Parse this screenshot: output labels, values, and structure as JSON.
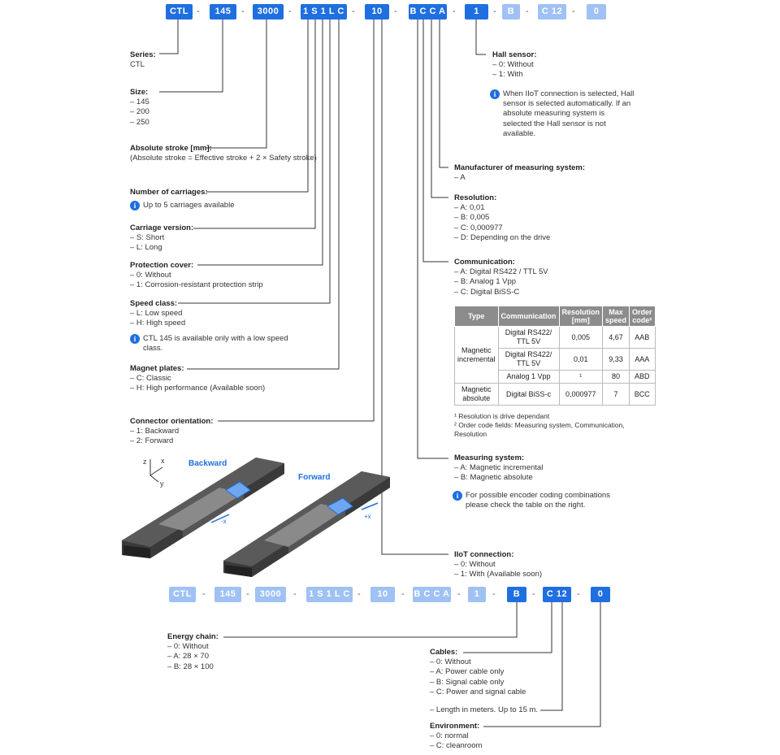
{
  "top_code": [
    "CTL",
    "145",
    "3000",
    "1 S 1 L C",
    "10",
    "B C C A",
    "1",
    "B",
    "C 12",
    "0"
  ],
  "bottom_code": [
    "CTL",
    "145",
    "3000",
    "1 S 1 L C",
    "10",
    "B C C A",
    "1",
    "B",
    "C 12",
    "0"
  ],
  "separator": "-",
  "series": {
    "title": "Series:",
    "items": [
      "CTL"
    ]
  },
  "size": {
    "title": "Size:",
    "items": [
      "– 145",
      "– 200",
      "– 250"
    ]
  },
  "stroke": {
    "title": "Absolute stroke [mm]:",
    "items": [
      "(Absolute stroke = Effective stroke + 2 × Safety stroke)"
    ]
  },
  "carriages": {
    "title": "Number of carriages:",
    "info": "Up to 5 carriages available"
  },
  "carriage_version": {
    "title": "Carriage version:",
    "items": [
      "– S: Short",
      "– L: Long"
    ]
  },
  "protection": {
    "title": "Protection cover:",
    "items": [
      "– 0: Without",
      "– 1: Corrosion-resistant protection strip"
    ]
  },
  "speed": {
    "title": "Speed class:",
    "items": [
      "– L: Low speed",
      "– H: High speed"
    ],
    "info": "CTL 145 is available only with a low speed class."
  },
  "magnet": {
    "title": "Magnet plates:",
    "items": [
      "– C: Classic",
      "– H: High performance (Available soon)"
    ]
  },
  "connector": {
    "title": "Connector orientation:",
    "items": [
      "– 1: Backward",
      "– 2: Forward"
    ]
  },
  "hall": {
    "title": "Hall sensor:",
    "items": [
      "– 0: Without",
      "– 1: With"
    ],
    "info": "When IIoT connection is selected, Hall sensor is selected automatically. If an absolute measuring system is selected the Hall sensor is not available."
  },
  "manufacturer": {
    "title": "Manufacturer of measuring system:",
    "items": [
      "– A"
    ]
  },
  "resolution": {
    "title": "Resolution:",
    "items": [
      "– A: 0,01",
      "– B: 0,005",
      "– C: 0,000977",
      "– D: Depending on the drive"
    ]
  },
  "communication": {
    "title": "Communication:",
    "items": [
      "– A: Digital RS422 / TTL 5V",
      "– B: Analog 1 Vpp",
      "– C: Digital BiSS-C"
    ]
  },
  "table": {
    "headers": [
      "Type",
      "Communication",
      "Resolution [mm]",
      "Max speed",
      "Order code²"
    ],
    "group1": "Magnetic incremental",
    "group2": "Magnetic absolute",
    "rows": [
      [
        "Digital RS422/ TTL 5V",
        "0,005",
        "4,67",
        "AAB"
      ],
      [
        "Digital RS422/ TTL 5V",
        "0,01",
        "9,33",
        "AAA"
      ],
      [
        "Analog 1 Vpp",
        "¹",
        "80",
        "ABD"
      ],
      [
        "Digital BiSS-c",
        "0,000977",
        "7",
        "BCC"
      ]
    ]
  },
  "notes": [
    "¹ Resolution is drive dependant",
    "² Order code fields: Measuring system, Communication, Resolution"
  ],
  "measuring": {
    "title": "Measuring system:",
    "items": [
      "– A: Magnetic incremental",
      "– B: Magnetic absolute"
    ],
    "info": "For possible encoder coding combinations please check the table on the right."
  },
  "iiot": {
    "title": "IIoT connection:",
    "items": [
      "– 0: Without",
      "– 1: With (Available soon)"
    ]
  },
  "energy": {
    "title": "Energy chain:",
    "items": [
      "– 0: Without",
      "– A: 28 × 70",
      "– B: 28 × 100"
    ]
  },
  "cables": {
    "title": "Cables:",
    "items": [
      "– 0: Without",
      "– A: Power cable only",
      "– B: Signal cable only",
      "– C: Power and signal cable"
    ],
    "length": "– Length in meters. Up to 15 m."
  },
  "environment": {
    "title": "Environment:",
    "items": [
      "– 0: normal",
      "– C: cleanroom"
    ]
  },
  "image": {
    "backward": "Backward",
    "forward": "Forward",
    "minus_x": "-x",
    "plus_x": "+x",
    "ax_z": "z",
    "ax_x": "x",
    "ax_y": "y"
  },
  "colors": {
    "dark": "#1f6fe0",
    "light": "#9fc1f3"
  }
}
